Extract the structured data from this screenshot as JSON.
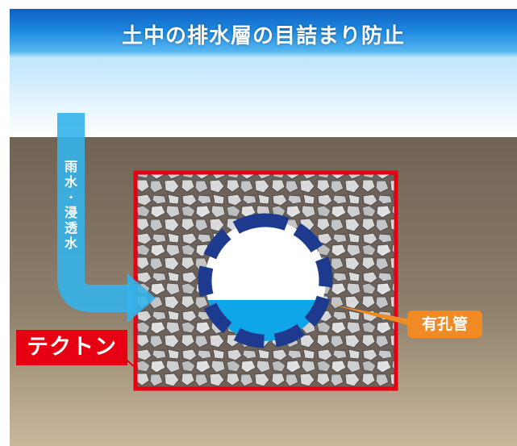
{
  "title": "土中の排水層の目詰まり防止",
  "labels": {
    "water": "雨水・浸透水",
    "product": "テクトン",
    "pipe": "有孔管"
  },
  "colors": {
    "title_bar": "#1f8ae0",
    "soil": "#8a7a6a",
    "frame": "#e60012",
    "pipe_ring": "#1d3a8f",
    "water": "#0ea5e9",
    "arrow": "#34b3ea",
    "pipe_label_bg": "#f08a24"
  },
  "icons": [
    "water-flow-arrow",
    "perforated-pipe-icon",
    "gravel-fill"
  ]
}
